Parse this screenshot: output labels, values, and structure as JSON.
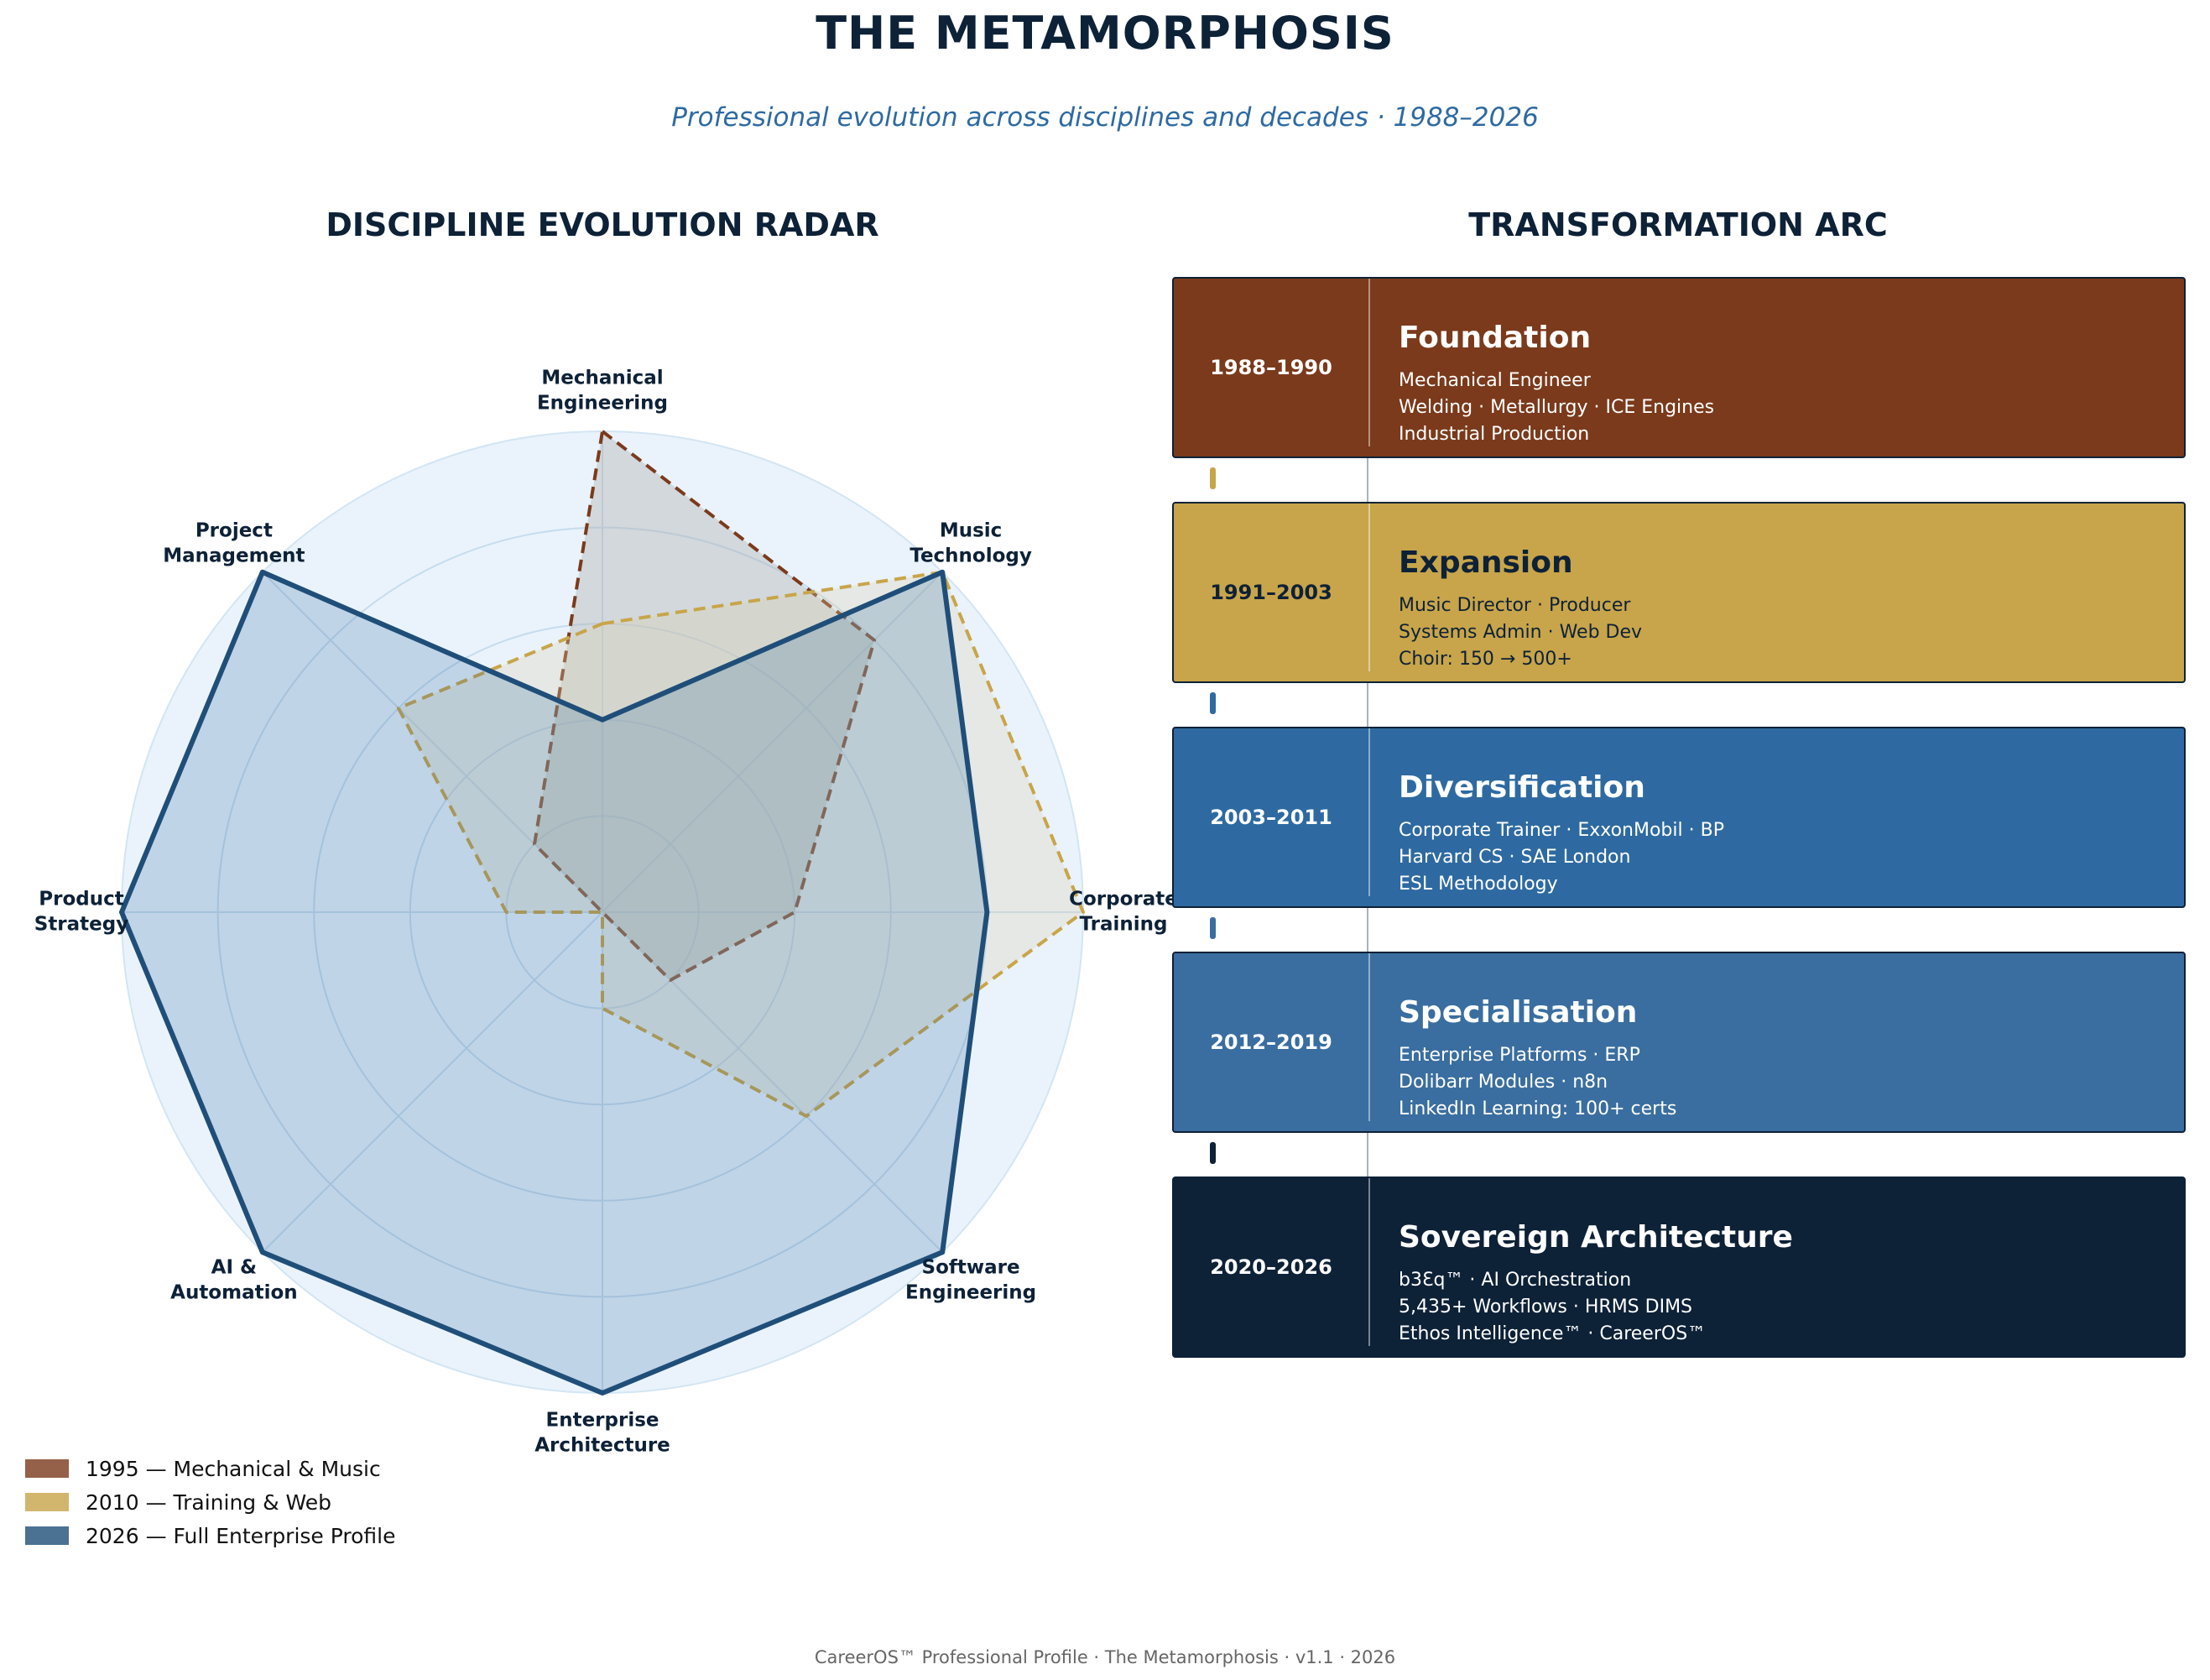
{
  "title": "THE METAMORPHOSIS",
  "subtitle": "Professional evolution across disciplines and decades  ·  1988–2026",
  "radar_panel_title": "DISCIPLINE EVOLUTION RADAR",
  "arc_panel_title": "TRANSFORMATION ARC",
  "footer": "CareerOS™ Professional Profile  ·  The Metamorphosis  ·  v1.1  ·  2026",
  "colors": {
    "foundation": "#7b3a1b",
    "expansion": "#c8a54a",
    "diversification": "#2e6aa1",
    "specialisation": "#3a6ea0",
    "sovereign": "#0d2137",
    "radar_background": "#eaf3fb",
    "grid": "#c6dcee"
  },
  "chart_data": {
    "type": "radar",
    "title": "DISCIPLINE EVOLUTION RADAR",
    "axes": [
      {
        "lines": [
          "Mechanical",
          "Engineering"
        ]
      },
      {
        "lines": [
          "Music",
          "Technology"
        ]
      },
      {
        "lines": [
          "Corporate",
          "Training"
        ]
      },
      {
        "lines": [
          "Software",
          "Engineering"
        ]
      },
      {
        "lines": [
          "Enterprise",
          "Architecture"
        ]
      },
      {
        "lines": [
          "AI &",
          "Automation"
        ]
      },
      {
        "lines": [
          "Product",
          "Strategy"
        ]
      },
      {
        "lines": [
          "Project",
          "Management"
        ]
      }
    ],
    "rmax": 10,
    "grid_levels": [
      2,
      4,
      6,
      8
    ],
    "series": [
      {
        "name": "1995 — Mechanical & Music",
        "color": "#7b3a1b",
        "fill": "#b0b0b0",
        "fill_opacity": 0.4,
        "dashed": true,
        "values": [
          10,
          8,
          4,
          2,
          0,
          0,
          0,
          2
        ]
      },
      {
        "name": "2010 — Training & Web",
        "color": "#c8a54a",
        "fill": "#d9d2b0",
        "fill_opacity": 0.3,
        "dashed": true,
        "values": [
          6,
          10,
          10,
          6,
          2,
          0,
          2,
          6
        ]
      },
      {
        "name": "2026 — Full Enterprise Profile",
        "color": "#1f4e79",
        "fill": "#2e6aa1",
        "fill_opacity": 0.22,
        "dashed": false,
        "values": [
          4,
          10,
          8,
          10,
          10,
          10,
          10,
          10
        ]
      }
    ],
    "legend_position": "bottom-left"
  },
  "stages": [
    {
      "years": "1988–1990",
      "name": "Foundation",
      "color": "#7b3a1b",
      "text_color": "#ffffff",
      "details": [
        "Mechanical Engineer",
        "Welding · Metallurgy · ICE Engines",
        "Industrial Production"
      ]
    },
    {
      "years": "1991–2003",
      "name": "Expansion",
      "color": "#c8a54a",
      "text_color": "#0d2137",
      "details": [
        "Music Director · Producer",
        "Systems Admin · Web Dev",
        "Choir: 150 → 500+"
      ]
    },
    {
      "years": "2003–2011",
      "name": "Diversification",
      "color": "#2e6aa1",
      "text_color": "#ffffff",
      "details": [
        "Corporate Trainer · ExxonMobil · BP",
        "Harvard CS · SAE London",
        "ESL Methodology"
      ]
    },
    {
      "years": "2012–2019",
      "name": "Specialisation",
      "color": "#3a6ea0",
      "text_color": "#ffffff",
      "details": [
        "Enterprise Platforms · ERP",
        "Dolibarr Modules · n8n",
        "LinkedIn Learning: 100+ certs"
      ]
    },
    {
      "years": "2020–2026",
      "name": "Sovereign Architecture",
      "color": "#0d2137",
      "text_color": "#ffffff",
      "details": [
        "b3Ɛq™ · AI Orchestration",
        "5,435+ Workflows · HRMS DIMS",
        "Ethos Intelligence™ · CareerOS™"
      ]
    }
  ]
}
